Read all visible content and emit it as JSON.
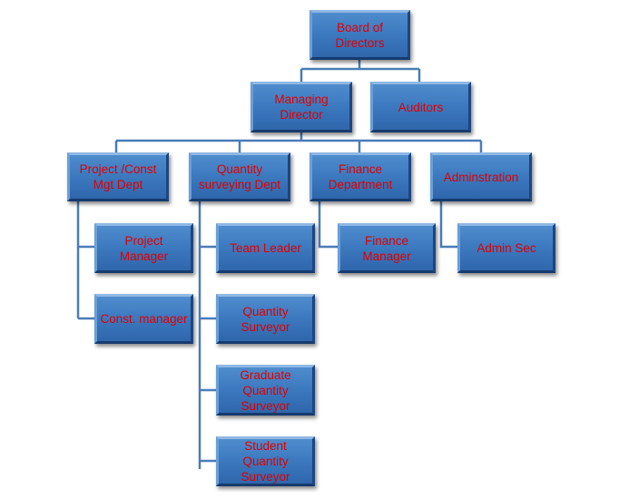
{
  "colors": {
    "box_fill": "#3d7ac0",
    "box_text": "#e00000",
    "connector": "#4a7cb8"
  },
  "nodes": {
    "board": "Board of\nDirectors",
    "managing_director": "Managing\nDirector",
    "auditors": "Auditors",
    "project_const_mgt": "Project /Const\nMgt Dept",
    "quantity_surveying": "Quantity\nsurveying Dept",
    "finance_department": "Finance\nDepartment",
    "administration": "Adminstration",
    "project_manager": "Project Manager",
    "const_manager": "Const. manager",
    "team_leader": "Team Leader",
    "quantity_surveyor": "Quantity\nSurveyor",
    "graduate_qs": "Graduate\nQuantity\nSurveyor",
    "student_qs": "Student Quantity\nSurveyor",
    "finance_manager": "Finance\nManager",
    "admin_sec": "Admin Sec"
  }
}
